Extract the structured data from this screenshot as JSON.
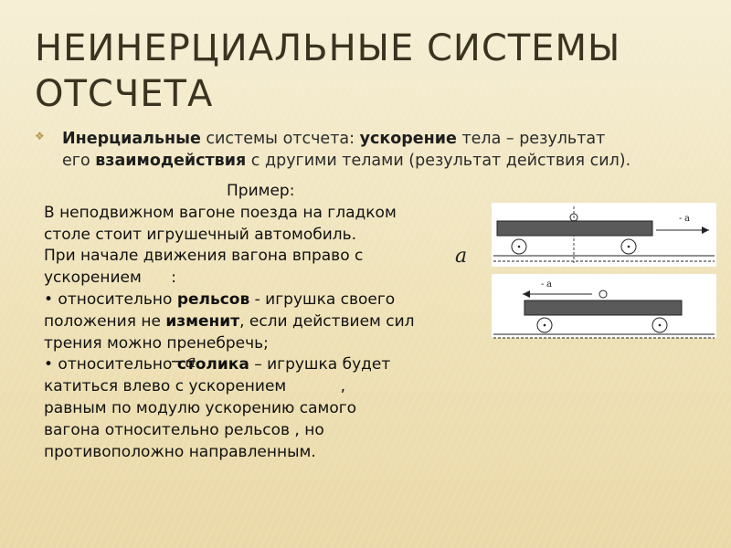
{
  "slide": {
    "title_line1": "НЕИНЕРЦИАЛЬНЫЕ СИСТЕМЫ",
    "title_line2": "ОТСЧЕТА",
    "bullet": {
      "bold1": "Инерциальные",
      "text1": " системы отсчета: ",
      "bold2": "ускорение",
      "text2": " тела – результат",
      "text3": "его ",
      "bold3": "взаимодействия",
      "text4": " с другими телами (результат действия сил)."
    },
    "example": {
      "heading": "Пример:",
      "line1": "В неподвижном вагоне поезда на гладком",
      "line2": "столе стоит игрушечный автомобиль.",
      "line3": "При начале движения вагона вправо с",
      "line4": "ускорением      :",
      "line5a": "• относительно ",
      "line5b": "рельсов",
      "line5c": " - игрушка своего",
      "line6a": "положения не ",
      "line6b": "изменит",
      "line6c": ", если действием сил",
      "line7": "трения можно пренебречь;",
      "line8a": "• относительно ",
      "line8b": "столика",
      "line8c": " – игрушка будет",
      "line9": "катиться влево с ускорением           ,",
      "line10": "равным по модулю ускорению самого",
      "line11": "вагона относительно рельсов , но",
      "line12": "противоположно направленным."
    },
    "symbols": {
      "a_right": "a",
      "a_overlay": "−a"
    },
    "diagram": {
      "top_arrow_label": "a",
      "bottom_arrow_label": "a",
      "top_arrow_prefix": "-",
      "bottom_arrow_prefix": "-"
    }
  }
}
